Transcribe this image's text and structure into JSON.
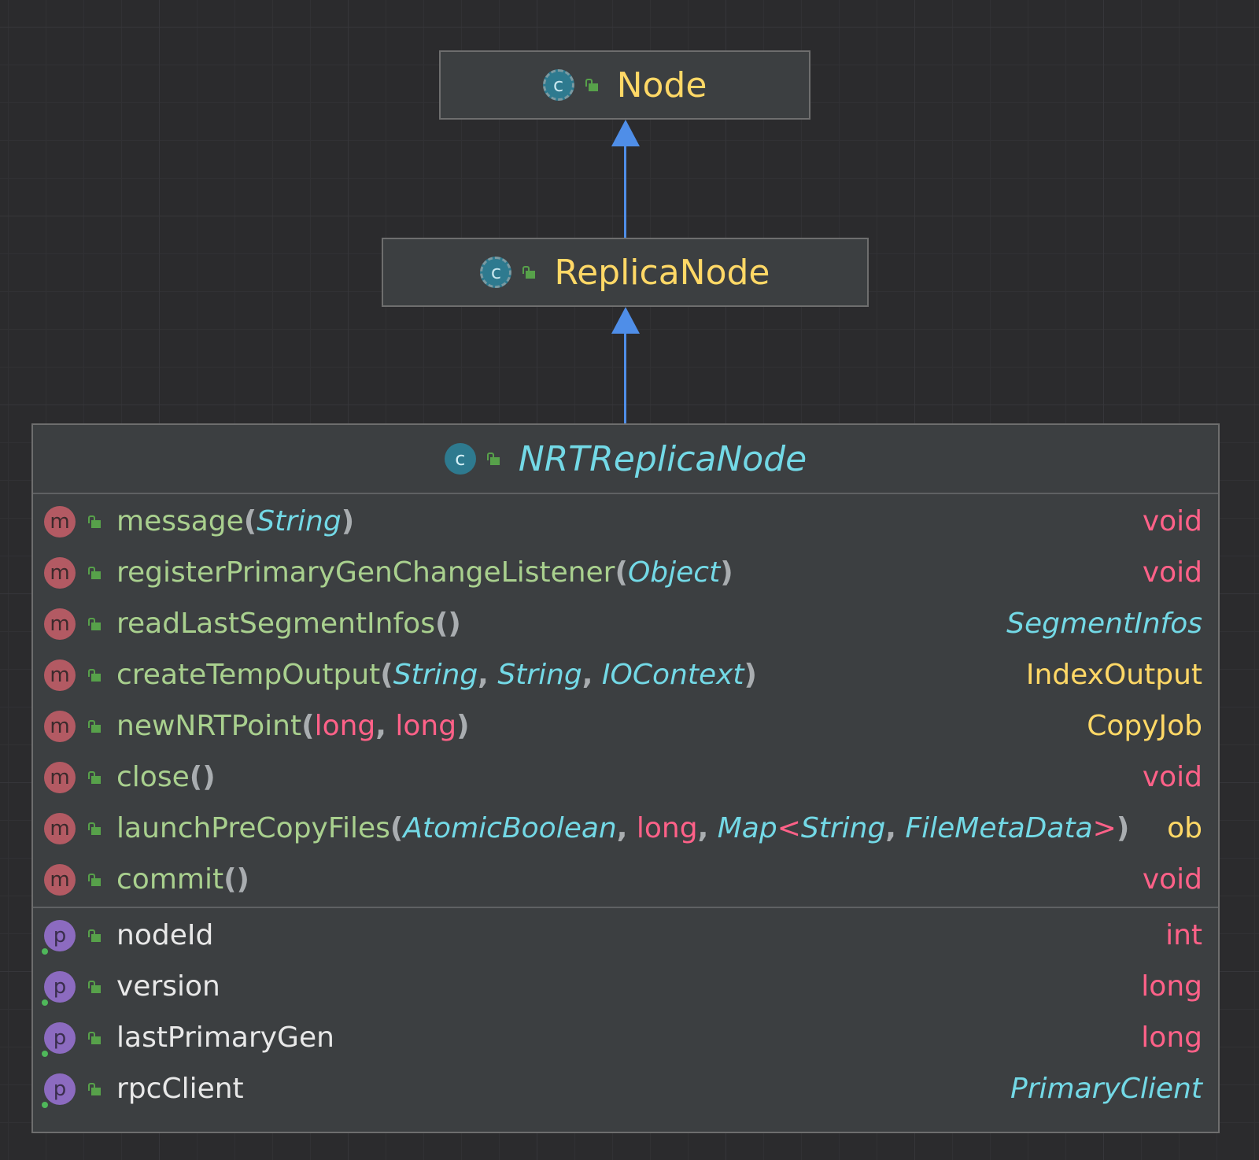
{
  "nodes": {
    "node": {
      "name": "Node"
    },
    "replica": {
      "name": "ReplicaNode"
    },
    "nrt": {
      "name": "NRTReplicaNode"
    }
  },
  "icons": {
    "class_letter": "c",
    "method_letter": "m",
    "property_letter": "p"
  },
  "colors": {
    "abstract_class": "#ffd866",
    "concrete_class": "#73d9e6",
    "method_name": "#a9d08e",
    "primitive_type": "#ff6188",
    "edge": "#4f8ee8"
  },
  "methods": [
    {
      "name": "message",
      "params": [
        {
          "type": "String",
          "kind": "obj"
        }
      ],
      "ret": "void",
      "ret_kind": "prim"
    },
    {
      "name": "registerPrimaryGenChangeListener",
      "params": [
        {
          "type": "Object",
          "kind": "obj"
        }
      ],
      "ret": "void",
      "ret_kind": "prim"
    },
    {
      "name": "readLastSegmentInfos",
      "params": [],
      "ret": "SegmentInfos",
      "ret_kind": "obj"
    },
    {
      "name": "createTempOutput",
      "params": [
        {
          "type": "String",
          "kind": "obj"
        },
        {
          "type": "String",
          "kind": "obj"
        },
        {
          "type": "IOContext",
          "kind": "obj"
        }
      ],
      "ret": "IndexOutput",
      "ret_kind": "cls"
    },
    {
      "name": "newNRTPoint",
      "params": [
        {
          "type": "long",
          "kind": "prim"
        },
        {
          "type": "long",
          "kind": "prim"
        }
      ],
      "ret": "CopyJob",
      "ret_kind": "cls"
    },
    {
      "name": "close",
      "params": [],
      "ret": "void",
      "ret_kind": "prim"
    },
    {
      "name": "launchPreCopyFiles",
      "params": [
        {
          "type": "AtomicBoolean",
          "kind": "obj"
        },
        {
          "type": "long",
          "kind": "prim"
        },
        {
          "type": "Map",
          "kind": "obj",
          "generic": [
            "String",
            "FileMetaData"
          ]
        }
      ],
      "ret": "ob",
      "ret_kind": "cls"
    },
    {
      "name": "commit",
      "params": [],
      "ret": "void",
      "ret_kind": "prim"
    }
  ],
  "fields": [
    {
      "name": "nodeId",
      "ret": "int",
      "ret_kind": "prim"
    },
    {
      "name": "version",
      "ret": "long",
      "ret_kind": "prim"
    },
    {
      "name": "lastPrimaryGen",
      "ret": "long",
      "ret_kind": "prim"
    },
    {
      "name": "rpcClient",
      "ret": "PrimaryClient",
      "ret_kind": "obj"
    }
  ],
  "punct": {
    "open": "(",
    "close": ")",
    "comma": ",",
    "lt": "<",
    "gt": ">"
  }
}
